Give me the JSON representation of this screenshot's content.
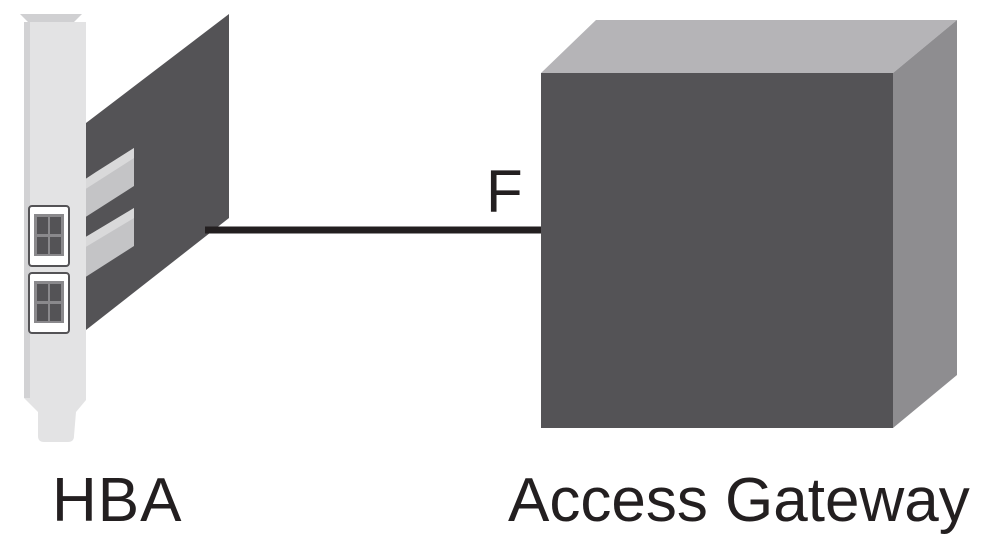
{
  "diagram": {
    "hba": {
      "label": "HBA"
    },
    "access_gateway": {
      "label": "Access Gateway"
    },
    "link": {
      "port_label": "F"
    }
  },
  "colors": {
    "device_front": "#545356",
    "device_top": "#b5b4b7",
    "device_side": "#8e8d90",
    "bracket": "#e3e3e4",
    "bracket_shade": "#c9c9cb",
    "card_board": "#545356",
    "cable": "#231f20",
    "text": "#231f20"
  }
}
